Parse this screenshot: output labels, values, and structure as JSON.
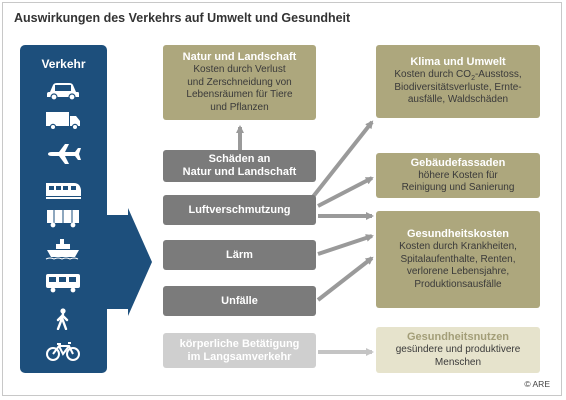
{
  "title": "Auswirkungen des Verkehrs auf Umwelt und Gesundheit",
  "traffic": {
    "label": "Verkehr",
    "icons": [
      "car-icon",
      "truck-icon",
      "airplane-icon",
      "train-icon",
      "freight-wagon-icon",
      "ship-icon",
      "tram-icon",
      "pedestrian-icon",
      "bicycle-icon"
    ]
  },
  "causes": [
    {
      "id": "damage",
      "label": "Schäden an\nNatur und Landschaft"
    },
    {
      "id": "air",
      "label": "Luftverschmutzung"
    },
    {
      "id": "noise",
      "label": "Lärm"
    },
    {
      "id": "accidents",
      "label": "Unfälle"
    },
    {
      "id": "activity",
      "label": "körperliche Betätigung\nim Langsamverkehr"
    }
  ],
  "effects": {
    "nature": {
      "title": "Natur und Landschaft",
      "body": "Kosten durch Verlust\nund Zerschneidung von\nLebensräumen für Tiere\nund Pflanzen"
    },
    "climate": {
      "title": "Klima und Umwelt",
      "body_pre": "Kosten durch CO",
      "body_sub": "2",
      "body_post": "-Ausstoss,\nBiodiversitätsverluste, Ernte-\nausfälle, Waldschäden"
    },
    "facades": {
      "title": "Gebäudefassaden",
      "body": "höhere Kosten für\nReinigung und Sanierung"
    },
    "health_costs": {
      "title": "Gesundheitskosten",
      "body": "Kosten durch Krankheiten,\nSpitalaufenthalte, Renten,\nverlorene Lebensjahre,\nProduktionsausfälle"
    },
    "health_benefit": {
      "title": "Gesundheitsnutzen",
      "body": "gesündere und produktivere\nMenschen"
    }
  },
  "colors": {
    "traffic_blue": "#1d4f7c",
    "cause_gray": "#7b7b7b",
    "cause_light": "#cfcfcf",
    "effect_olive": "#ada77d",
    "effect_light": "#e6e3cc",
    "arrow_gray": "#9a9a9a"
  },
  "copyright": "© ARE"
}
